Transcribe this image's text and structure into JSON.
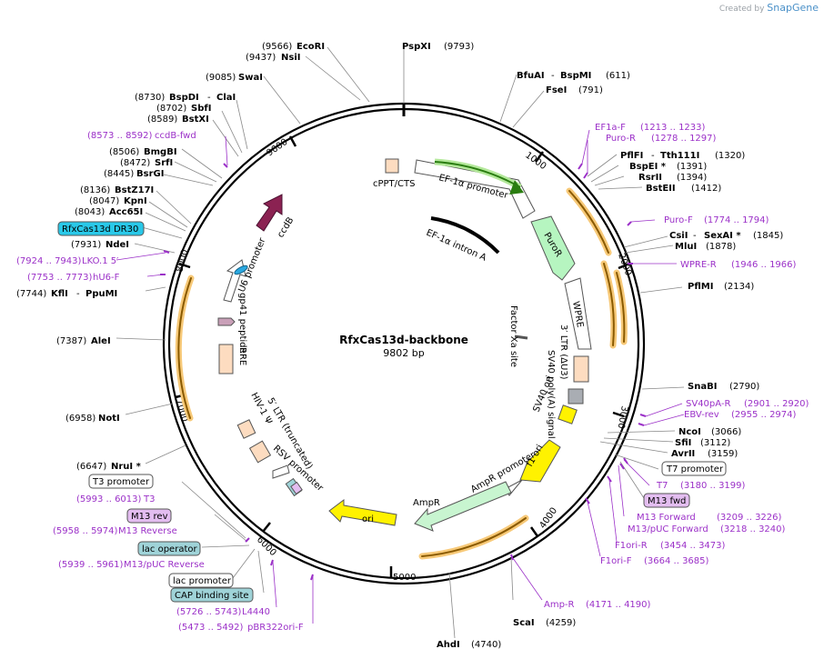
{
  "brand": {
    "prefix": "Created by",
    "name": "SnapGene"
  },
  "plasmid": {
    "name": "RfxCas13d-backbone",
    "length_label": "9802 bp"
  },
  "ruler_ticks": [
    "1000",
    "2000",
    "3000",
    "4000",
    "5000",
    "6000",
    "7000",
    "8000",
    "9000"
  ],
  "features_inside": [
    {
      "label": "cPPT/CTS"
    },
    {
      "label": "EF-1α promoter"
    },
    {
      "label": "EF-1α intron A"
    },
    {
      "label": "PuroR"
    },
    {
      "label": "WPRE"
    },
    {
      "label": "Factor Xa site"
    },
    {
      "label": "3′ LTR (ΔU3)"
    },
    {
      "label": "SV40 poly(A) signal"
    },
    {
      "label": "SV40 ori"
    },
    {
      "label": "f1 ori"
    },
    {
      "label": "AmpR promoter"
    },
    {
      "label": "AmpR"
    },
    {
      "label": "ori"
    },
    {
      "label": "RSV promoter"
    },
    {
      "label": "5′ LTR (truncated)"
    },
    {
      "label": "HIV-1 Ψ"
    },
    {
      "label": "RRE"
    },
    {
      "label": "gp41 peptide"
    },
    {
      "label": "U6 promoter"
    },
    {
      "label": "ccdB"
    }
  ],
  "sites_top": [
    {
      "name": "EcoRI",
      "pos": "(9566)"
    },
    {
      "name": "NsiI",
      "pos": "(9437)"
    },
    {
      "name": "PspXI",
      "pos": "(9793)"
    },
    {
      "name": "SwaI",
      "pos": "(9085)"
    },
    {
      "name": "BfuAI",
      "name2": "BspMI",
      "pos": "(611)"
    },
    {
      "name": "FseI",
      "pos": "(791)"
    }
  ],
  "sites_left": [
    {
      "name": "BspDI",
      "name2": "ClaI",
      "pos": "(8730)"
    },
    {
      "name": "SbfI",
      "pos": "(8702)"
    },
    {
      "name": "BstXI",
      "pos": "(8589)"
    },
    {
      "name": "BmgBI",
      "pos": "(8506)"
    },
    {
      "name": "SrfI",
      "pos": "(8472)"
    },
    {
      "name": "BsrGI",
      "pos": "(8445)"
    },
    {
      "name": "BstZ17I",
      "pos": "(8136)"
    },
    {
      "name": "KpnI",
      "pos": "(8047)"
    },
    {
      "name": "Acc65I",
      "pos": "(8043)"
    },
    {
      "name": "NdeI",
      "pos": "(7931)"
    },
    {
      "name": "KflI",
      "name2": "PpuMI",
      "pos": "(7744)"
    },
    {
      "name": "AleI",
      "pos": "(7387)"
    },
    {
      "name": "NotI",
      "pos": "(6958)"
    },
    {
      "name": "NruI *",
      "pos": "(6647)"
    }
  ],
  "sites_right": [
    {
      "name": "PflFI",
      "name2": "Tth111I",
      "pos": "(1320)"
    },
    {
      "name": "BspEI *",
      "pos": "(1391)"
    },
    {
      "name": "RsrII",
      "pos": "(1394)"
    },
    {
      "name": "BstEII",
      "pos": "(1412)"
    },
    {
      "name": "CsiI",
      "name2": "SexAI *",
      "pos": "(1845)"
    },
    {
      "name": "MluI",
      "pos": "(1878)"
    },
    {
      "name": "PflMI",
      "pos": "(2134)"
    },
    {
      "name": "SnaBI",
      "pos": "(2790)"
    },
    {
      "name": "NcoI",
      "pos": "(3066)"
    },
    {
      "name": "SfiI",
      "pos": "(3112)"
    },
    {
      "name": "AvrII",
      "pos": "(3159)"
    }
  ],
  "sites_bottom": [
    {
      "name": "ScaI",
      "pos": "(4259)"
    },
    {
      "name": "AhdI",
      "pos": "(4740)"
    }
  ],
  "primers": [
    {
      "name": "EF1a-F",
      "range": "(1213 .. 1233)"
    },
    {
      "name": "Puro-R",
      "range": "(1278 .. 1297)"
    },
    {
      "name": "Puro-F",
      "range": "(1774 .. 1794)"
    },
    {
      "name": "WPRE-R",
      "range": "(1946 .. 1966)"
    },
    {
      "name": "SV40pA-R",
      "range": "(2901 .. 2920)"
    },
    {
      "name": "EBV-rev",
      "range": "(2955 .. 2974)"
    },
    {
      "name": "T7",
      "range": "(3180 .. 3199)"
    },
    {
      "name": "M13 Forward",
      "range": "(3209 .. 3226)"
    },
    {
      "name": "M13/pUC Forward",
      "range": "(3218 .. 3240)"
    },
    {
      "name": "F1ori-R",
      "range": "(3454 .. 3473)"
    },
    {
      "name": "F1ori-F",
      "range": "(3664 .. 3685)"
    },
    {
      "name": "Amp-R",
      "range": "(4171 .. 4190)"
    },
    {
      "name": "pBR322ori-F",
      "range": "(5473 .. 5492)"
    },
    {
      "name": "L4440",
      "range": "(5726 .. 5743)"
    },
    {
      "name": "M13/pUC Reverse",
      "range": "(5939 .. 5961)"
    },
    {
      "name": "M13 Reverse",
      "range": "(5958 .. 5974)"
    },
    {
      "name": "T3",
      "range": "(5993 .. 6013)"
    },
    {
      "name": "LKO.1 5′",
      "range": "(7924 .. 7943)"
    },
    {
      "name": "hU6-F",
      "range": "(7753 .. 7773)"
    },
    {
      "name": "ccdB-fwd",
      "range": "(8573 .. 8592)"
    }
  ],
  "boxed": [
    {
      "label": "T7 promoter"
    },
    {
      "label": "M13 fwd"
    },
    {
      "label": "T3 promoter"
    },
    {
      "label": "M13 rev"
    },
    {
      "label": "lac operator"
    },
    {
      "label": "lac promoter"
    },
    {
      "label": "CAP binding site"
    },
    {
      "label": "RfxCas13d DR30"
    }
  ],
  "colors": {
    "primer": "#9b30c8",
    "ef1a_promoter": "#b3e89a",
    "puror": "#b6f5c0",
    "yellow": "#fff200",
    "peach": "#fddcc0",
    "ccdb": "#8b2252",
    "u6": "#29a8e0",
    "orange_ring": "#f2a93b"
  }
}
